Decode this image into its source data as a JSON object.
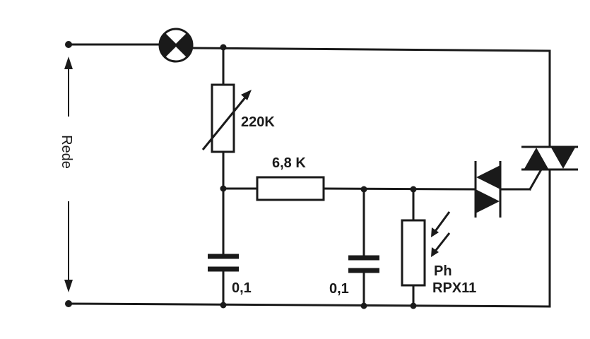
{
  "labels": {
    "mains": "Rede",
    "potentiometer": "220K",
    "resistor": "6,8 K",
    "capacitor_left": "0,1",
    "capacitor_right": "0,1",
    "photoresistor_line1": "Ph",
    "photoresistor_line2": "RPX11"
  }
}
